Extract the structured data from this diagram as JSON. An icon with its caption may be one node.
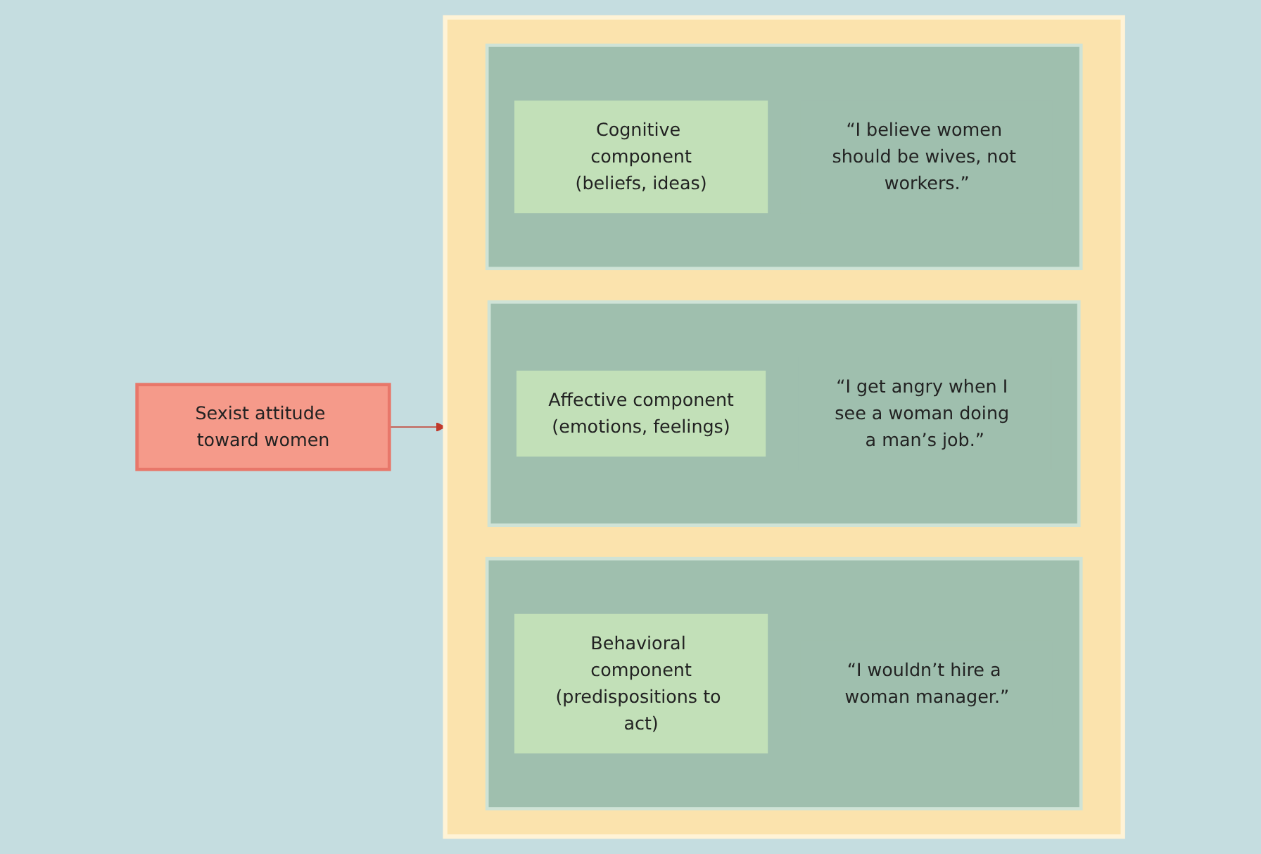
{
  "diagram": {
    "nodes": [
      {
        "text": [
          "Sexist attitude toward women"
        ]
      },
      {
        "text": [],
        "shape": "box"
      },
      {
        "text": [],
        "shape": "box",
        "in": 1
      },
      {
        "text": [
          "Cognitive component",
          "(beliefs, ideas)"
        ],
        "in": 2
      },
      {
        "text": [
          "“I believe women should be wives, not workers.”"
        ],
        "in": 2
      },
      {
        "text": [],
        "shape": "box",
        "in": 1
      },
      {
        "text": [
          "Affective component",
          "(emotions, feelings)"
        ],
        "in": 5
      },
      {
        "text": [
          "“I get angry when I see a woman doing a man’s job.”"
        ],
        "in": 5
      },
      {
        "text": [],
        "shape": "box",
        "in": 1
      },
      {
        "text": [
          "Behavioral component",
          "(predispositions to act)"
        ],
        "in": 8
      },
      {
        "text": [
          "“I wouldn’t hire a woman manager.”"
        ],
        "in": 8
      }
    ],
    "edges": [
      {
        "from": 0,
        "to": 1,
        "arrow": "to"
      }
    ]
  }
}
